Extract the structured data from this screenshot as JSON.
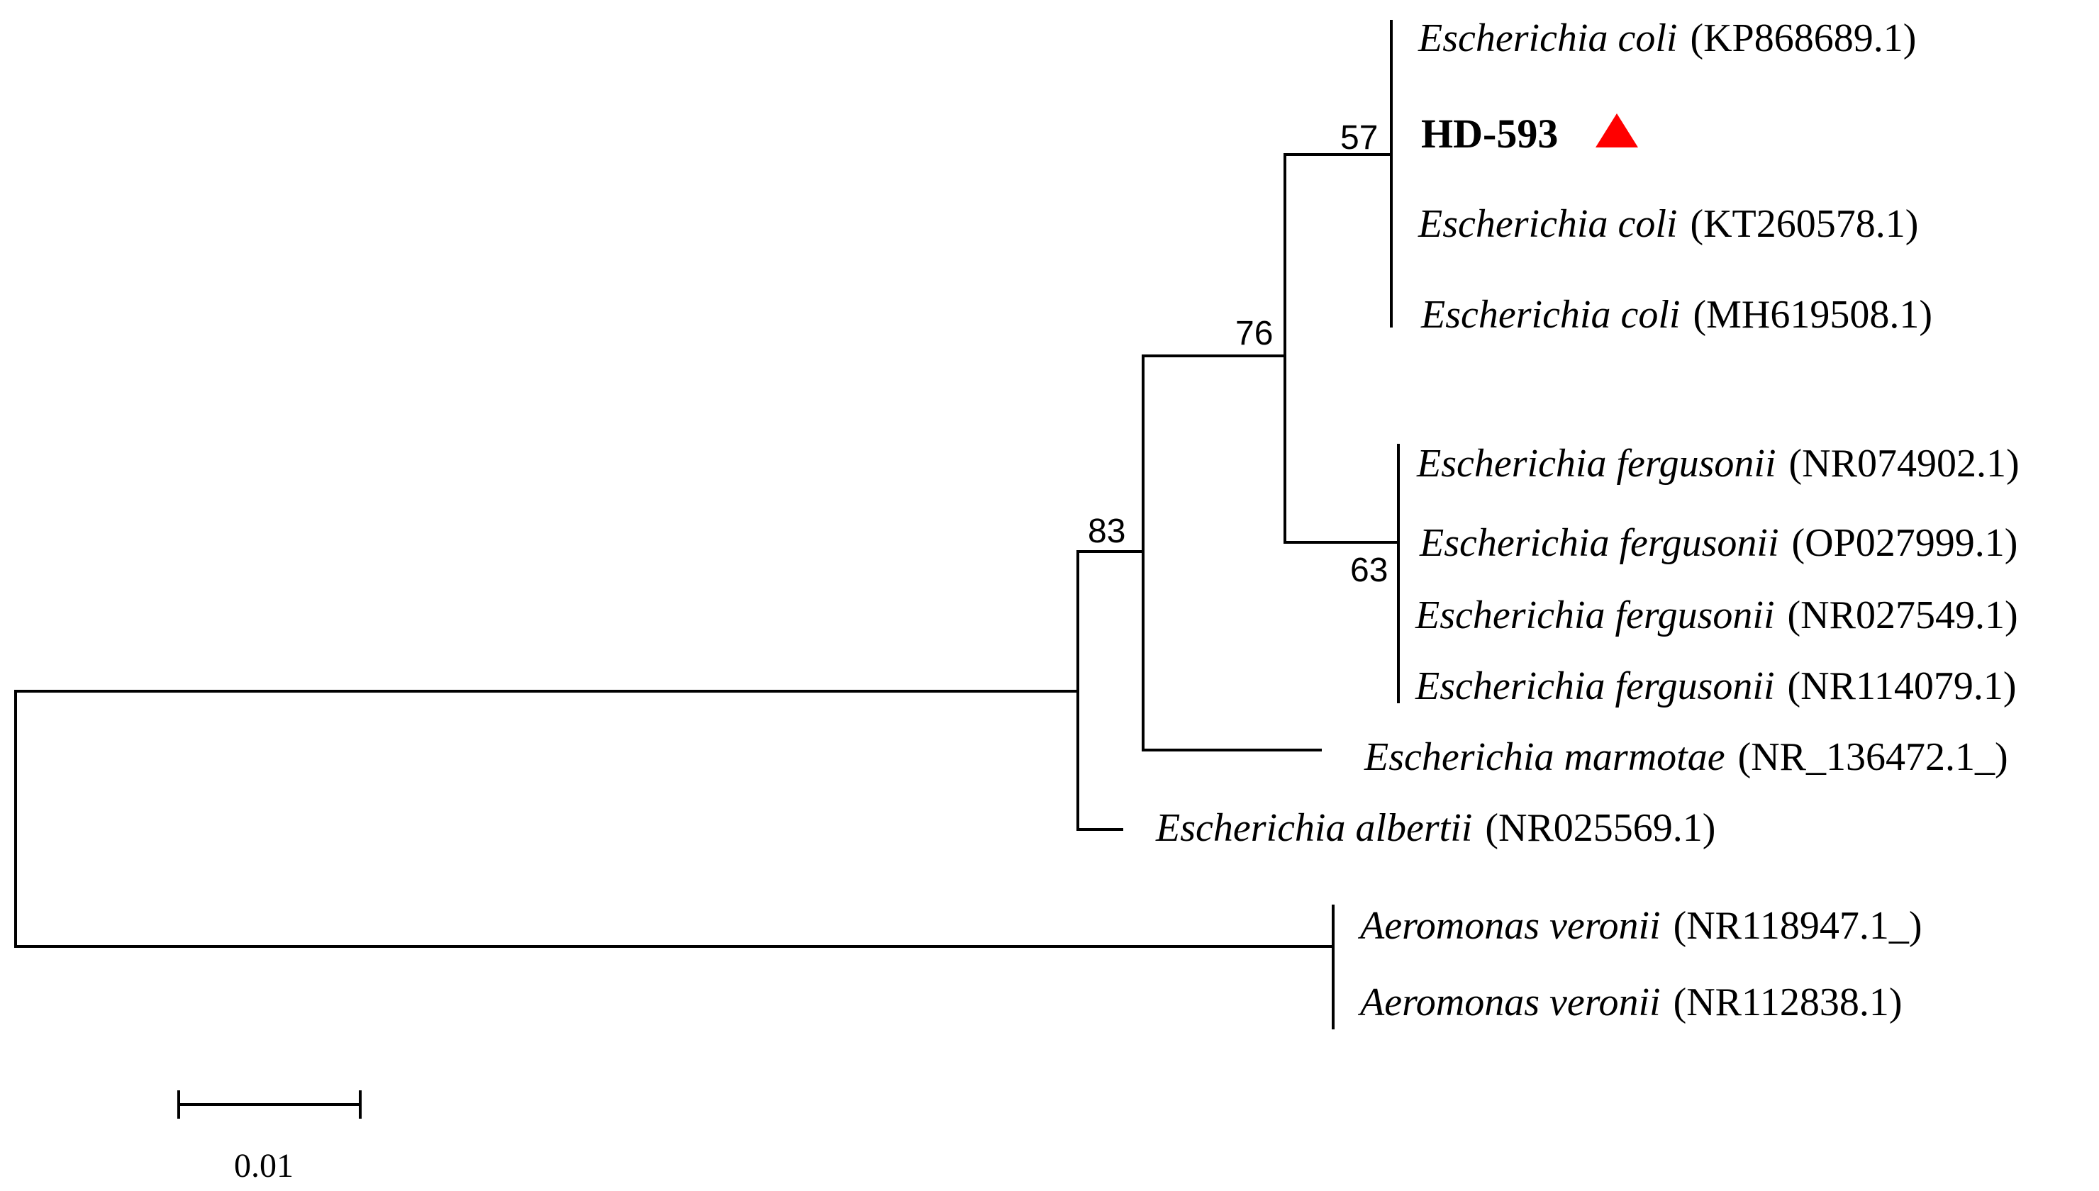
{
  "marker_color": "#ff0000",
  "line_color": "#000000",
  "taxa": [
    {
      "species": "Escherichia coli",
      "accession": "(KP868689.1)"
    },
    {
      "name": "HD-593",
      "marker": "triangle-marker-icon"
    },
    {
      "species": "Escherichia coli",
      "accession": "(KT260578.1)"
    },
    {
      "species": "Escherichia coli",
      "accession": "(MH619508.1)"
    },
    {
      "species": "Escherichia fergusonii",
      "accession": "(NR074902.1)"
    },
    {
      "species": "Escherichia fergusonii",
      "accession": "(OP027999.1)"
    },
    {
      "species": "Escherichia fergusonii",
      "accession": "(NR027549.1)"
    },
    {
      "species": "Escherichia fergusonii",
      "accession": "(NR114079.1)"
    },
    {
      "species": "Escherichia marmotae",
      "accession": "(NR_136472.1_)"
    },
    {
      "species": "Escherichia albertii",
      "accession": "(NR025569.1)"
    },
    {
      "species": "Aeromonas veronii",
      "accession": "(NR118947.1_)"
    },
    {
      "species": "Aeromonas veronii",
      "accession": "(NR112838.1)"
    }
  ],
  "bootstrap": {
    "coli_clade": "57",
    "coli_fergusonii_clade": "76",
    "fergusonii_clade": "63",
    "escherichia_clade": "83"
  },
  "scale_bar": {
    "label": "0.01"
  }
}
